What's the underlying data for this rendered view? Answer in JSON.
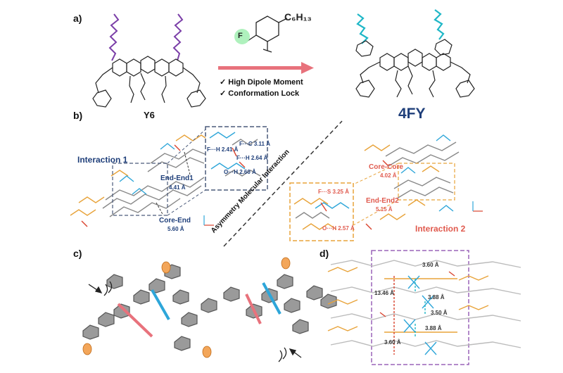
{
  "panels": {
    "a": "a)",
    "b": "b)",
    "c": "c)",
    "d": "d)"
  },
  "panel_a": {
    "left_molecule": "Y6",
    "right_molecule": "4FY",
    "substituent_label": "C₆H₁₃",
    "fluorine": "F",
    "checks": [
      "High Dipole Moment",
      "Conformation Lock"
    ],
    "check_mark": "✓"
  },
  "panel_b": {
    "interaction1": "Interaction 1",
    "interaction2": "Interaction 2",
    "diagonal_label": "Asymmetry Molecular Interaction",
    "end_end1": "End-End1",
    "end_end1_val": "4.41 Å",
    "core_end": "Core-End",
    "core_end_val": "5.60 Å",
    "core_core": "Core-Core",
    "core_core_val": "4.02 Å",
    "end_end2": "End-End2",
    "end_end2_val": "5.15 Å",
    "inset1": {
      "f_h": "F···H 2.41 Å",
      "f_c": "F···C 3.11 Å",
      "f_h2": "F···H 2.64 Å",
      "o_h": "O···H 2.60 Å"
    },
    "inset2": {
      "f_s": "F···S 3.25 Å",
      "o_h": "O···H 2.57 Å"
    }
  },
  "panel_d": {
    "d1": "3.60 Å",
    "d2": "13.46 Å",
    "d3": "3.88 Å",
    "d4": "3.50 Å",
    "d5": "3.88 Å",
    "d6": "3.60 Å"
  },
  "colors": {
    "purple_chain": "#7b3fa8",
    "cyan_chain": "#1fb7c7",
    "arrow_pink": "#e8727c",
    "blue_label": "#1f3f7a",
    "red_label": "#e05a4e",
    "orange_box": "#e8a33a",
    "purple_box": "#9a63b8",
    "slate_box": "#4a5a7a"
  }
}
